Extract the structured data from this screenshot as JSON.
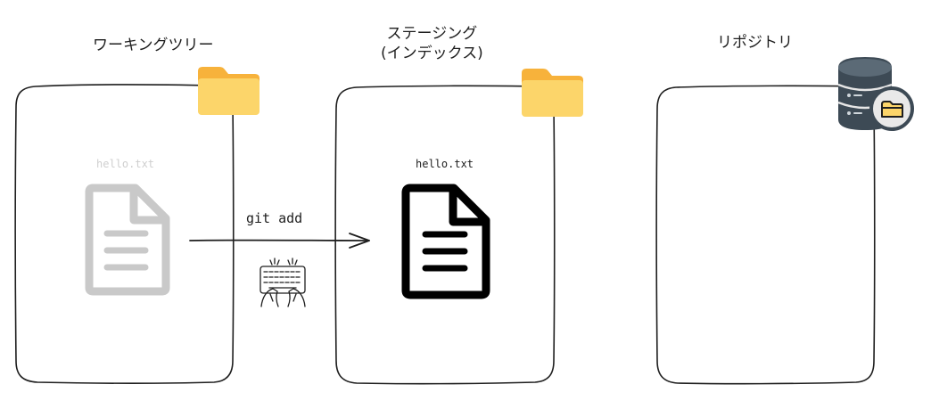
{
  "areas": {
    "working_tree": {
      "title": "ワーキングツリー",
      "file_name": "hello.txt"
    },
    "staging": {
      "title": "ステージング\n(インデックス)",
      "file_name": "hello.txt"
    },
    "repository": {
      "title": "リポジトリ"
    }
  },
  "command": "git add",
  "colors": {
    "stroke": "#1e1e1e",
    "faded": "#c9c9c9",
    "faded_text": "#cfcfcf",
    "folder": "#fcd56a",
    "folder_tab": "#f7b23b",
    "database": "#3d4a55",
    "database_light": "#5b6a76"
  },
  "icons": [
    "folder-icon",
    "document-icon",
    "database-icon",
    "keyboard-icon",
    "arrow-icon"
  ]
}
